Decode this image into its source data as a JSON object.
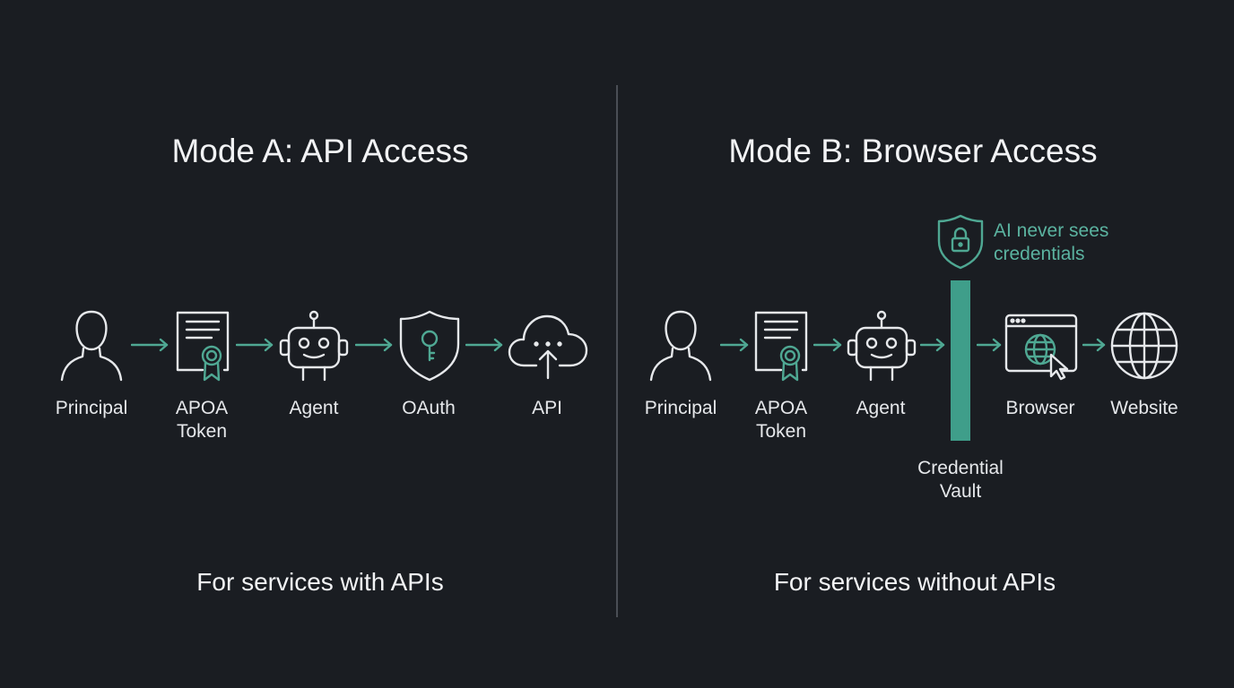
{
  "colors": {
    "background": "#1a1d22",
    "accent": "#4fa893",
    "icon_stroke": "#e6e8eb",
    "divider": "#4a4e55"
  },
  "mode_a": {
    "title": "Mode A: API Access",
    "footer": "For services with APIs",
    "steps": [
      {
        "label": "Principal",
        "icon": "person-icon"
      },
      {
        "label": "APOA\nToken",
        "icon": "certificate-icon"
      },
      {
        "label": "Agent",
        "icon": "robot-icon"
      },
      {
        "label": "OAuth",
        "icon": "shield-key-icon"
      },
      {
        "label": "API",
        "icon": "cloud-upload-icon"
      }
    ]
  },
  "mode_b": {
    "title": "Mode B: Browser Access",
    "footer": "For services without APIs",
    "steps": [
      {
        "label": "Principal",
        "icon": "person-icon"
      },
      {
        "label": "APOA\nToken",
        "icon": "certificate-icon"
      },
      {
        "label": "Agent",
        "icon": "robot-icon"
      },
      {
        "label": "Credential\nVault",
        "icon": "vault-bar"
      },
      {
        "label": "Browser",
        "icon": "browser-globe-icon"
      },
      {
        "label": "Website",
        "icon": "globe-icon"
      }
    ],
    "vault_note": "AI never sees\ncredentials",
    "vault_note_icon": "shield-lock-icon"
  }
}
